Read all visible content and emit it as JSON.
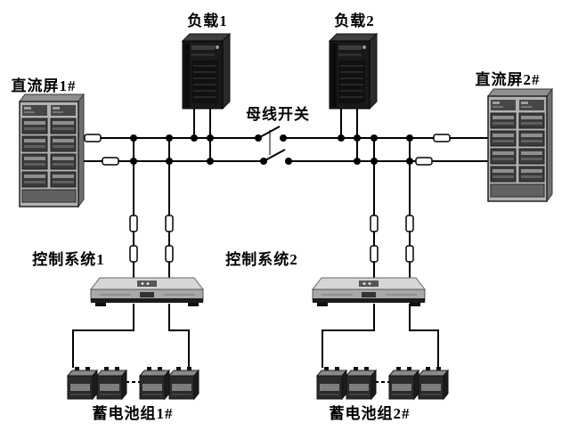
{
  "diagram": {
    "type": "dc-power-system-schematic",
    "labels": {
      "load1": "负载1",
      "load2": "负载2",
      "dc_panel1": "直流屏1#",
      "dc_panel2": "直流屏2#",
      "bus_switch": "母线开关",
      "control_system1": "控制系统1",
      "control_system2": "控制系统2",
      "battery_group1": "蓄电池组1#",
      "battery_group2": "蓄电池组2#"
    },
    "colors": {
      "background": "#ffffff",
      "wire": "#000000",
      "fuse_fill": "#ffffff",
      "server_dark": "#191919",
      "cabinet_gray": "#b2b2b2",
      "rack_light": "#d6d6d6",
      "battery_dark": "#2b2b2b"
    }
  }
}
